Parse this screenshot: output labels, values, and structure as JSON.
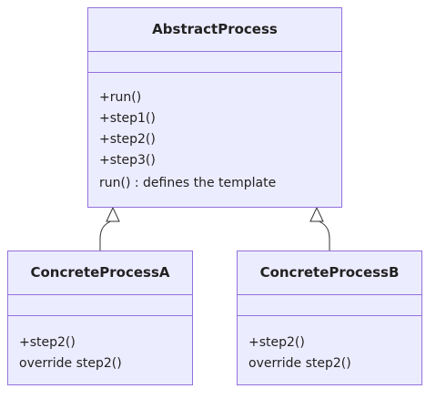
{
  "diagram": {
    "abstract_class": {
      "name": "AbstractProcess",
      "attributes": [],
      "methods": [
        "+run()",
        "+step1()",
        "+step2()",
        "+step3()",
        "run() : defines the template"
      ]
    },
    "concrete_a": {
      "name": "ConcreteProcessA",
      "attributes": [],
      "methods": [
        "+step2()",
        "override step2()"
      ]
    },
    "concrete_b": {
      "name": "ConcreteProcessB",
      "attributes": [],
      "methods": [
        "+step2()",
        "override step2()"
      ]
    },
    "relations": [
      {
        "from": "ConcreteProcessA",
        "to": "AbstractProcess",
        "type": "inheritance"
      },
      {
        "from": "ConcreteProcessB",
        "to": "AbstractProcess",
        "type": "inheritance"
      }
    ],
    "colors": {
      "box_fill": "#ececff",
      "box_border": "#9370db",
      "text": "#222222",
      "line": "#333333"
    }
  }
}
